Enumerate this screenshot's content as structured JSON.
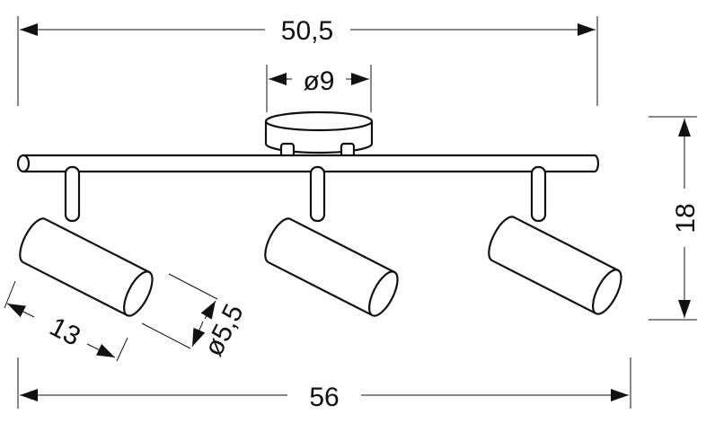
{
  "dimensions": {
    "top_width": "50,5",
    "canopy_diameter": "ø9",
    "height": "18",
    "total_width": "56",
    "spot_length": "13",
    "spot_diameter": "ø5,5"
  }
}
